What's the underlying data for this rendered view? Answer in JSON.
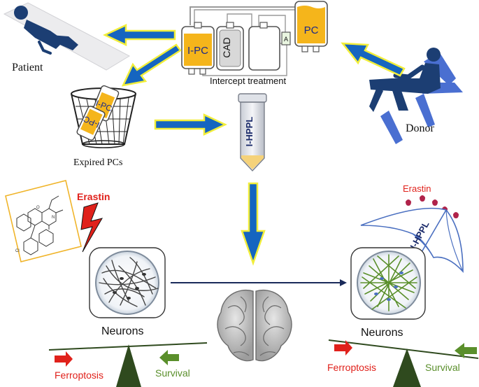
{
  "labels": {
    "patient": "Patient",
    "donor": "Donor",
    "intercept_treatment": "Intercept treatment",
    "expired_pcs": "Expired PCs",
    "neurons_left": "Neurons",
    "neurons_right": "Neurons",
    "erastin_left": "Erastin",
    "erastin_right": "Erastin",
    "ferroptosis_left": "Ferroptosis",
    "ferroptosis_right": "Ferroptosis",
    "survival_left": "Survival",
    "survival_right": "Survival"
  },
  "bags": {
    "ipc": "I-PC",
    "cad": "CAD",
    "a": "A",
    "pc": "PC"
  },
  "tube_label": "I-HPPL",
  "umbrella_label": "I-HPPL",
  "basket_bags": [
    "I-PC",
    "I-PC"
  ],
  "colors": {
    "arrow_blue": "#1565c0",
    "arrow_yellow": "#f2ee3a",
    "bag_orange": "#f5b51b",
    "figure_blue": "#1c3e73",
    "red": "#e0211b",
    "green": "#5a8f2b",
    "dark_green": "#2f4a1e",
    "navy_line": "#1a2a5a"
  }
}
